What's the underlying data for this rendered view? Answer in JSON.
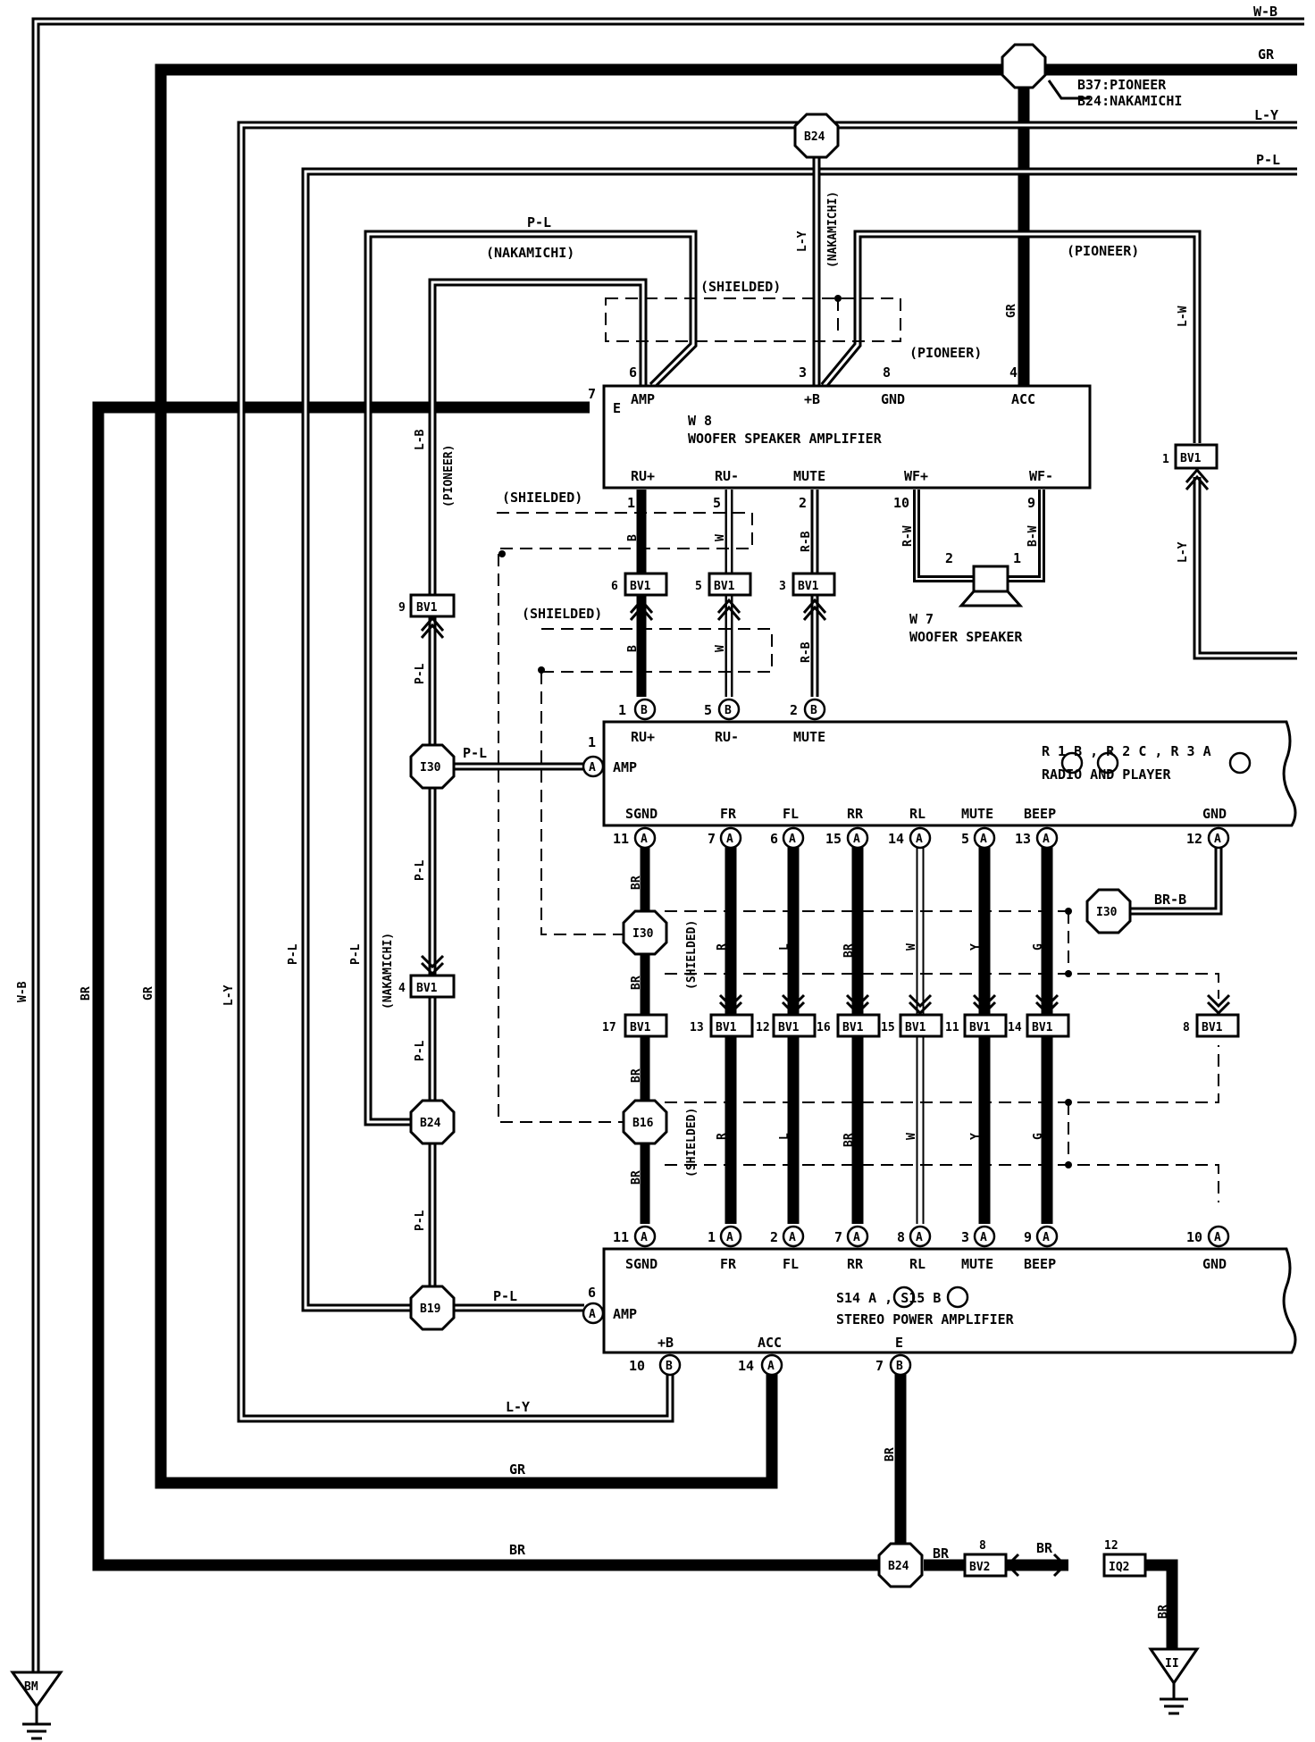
{
  "wires": {
    "wb": "W-B",
    "gr": "GR",
    "ly": "L-Y",
    "pl": "P-L",
    "lb": "L-B",
    "lw": "L-W",
    "br": "BR",
    "brb": "BR-B",
    "b": "B",
    "w": "W",
    "rb": "R-B",
    "rw": "R-W",
    "bw": "B-W",
    "r": "R",
    "l": "L",
    "y": "Y",
    "g": "G"
  },
  "notes": {
    "nakamichi": "(NAKAMICHI)",
    "pioneer": "(PIONEER)",
    "shielded": "(SHIELDED)",
    "b37": "B37:PIONEER",
    "b24": "B24:NAKAMICHI"
  },
  "components": {
    "w8": {
      "code": "W 8",
      "name": "WOOFER SPEAKER AMPLIFIER",
      "pins_top": {
        "amp": "AMP",
        "b": "+B",
        "gnd": "GND",
        "acc": "ACC",
        "e": "E"
      },
      "pins_bottom": {
        "rup": "RU+",
        "rum": "RU-",
        "mute": "MUTE",
        "wfp": "WF+",
        "wfm": "WF-"
      }
    },
    "w7": {
      "code": "W 7",
      "name": "WOOFER SPEAKER"
    },
    "radio": {
      "code": "R 1 B , R 2 C , R 3 A",
      "name": "RADIO AND PLAYER",
      "pins_top": {
        "rup": "RU+",
        "rum": "RU-",
        "mute": "MUTE",
        "amp": "AMP"
      },
      "pins_bottom": {
        "sgnd": "SGND",
        "fr": "FR",
        "fl": "FL",
        "rr": "RR",
        "rl": "RL",
        "mute": "MUTE",
        "beep": "BEEP",
        "gnd": "GND"
      }
    },
    "amp": {
      "code": "S14 A , S15 B",
      "name": "STEREO POWER AMPLIFIER",
      "pins_top": {
        "sgnd": "SGND",
        "fr": "FR",
        "fl": "FL",
        "rr": "RR",
        "rl": "RL",
        "mute": "MUTE",
        "beep": "BEEP",
        "gnd": "GND",
        "amp": "AMP"
      },
      "pins_bottom": {
        "b": "+B",
        "acc": "ACC",
        "e": "E"
      }
    }
  },
  "connectors": {
    "bv1": "BV1",
    "bv2": "BV2",
    "iq2": "IQ2"
  },
  "junctions": {
    "b24": "B24",
    "i30": "I30",
    "b16": "B16",
    "b19": "B19"
  },
  "grounds": {
    "bm": "BM",
    "ii": "II"
  },
  "pin_letters": {
    "a": "A",
    "b": "B"
  },
  "pins": {
    "n1": "1",
    "n2": "2",
    "n3": "3",
    "n4": "4",
    "n5": "5",
    "n6": "6",
    "n7": "7",
    "n8": "8",
    "n9": "9",
    "n10": "10",
    "n11": "11",
    "n12": "12",
    "n13": "13",
    "n14": "14",
    "n15": "15",
    "n16": "16",
    "n17": "17"
  }
}
